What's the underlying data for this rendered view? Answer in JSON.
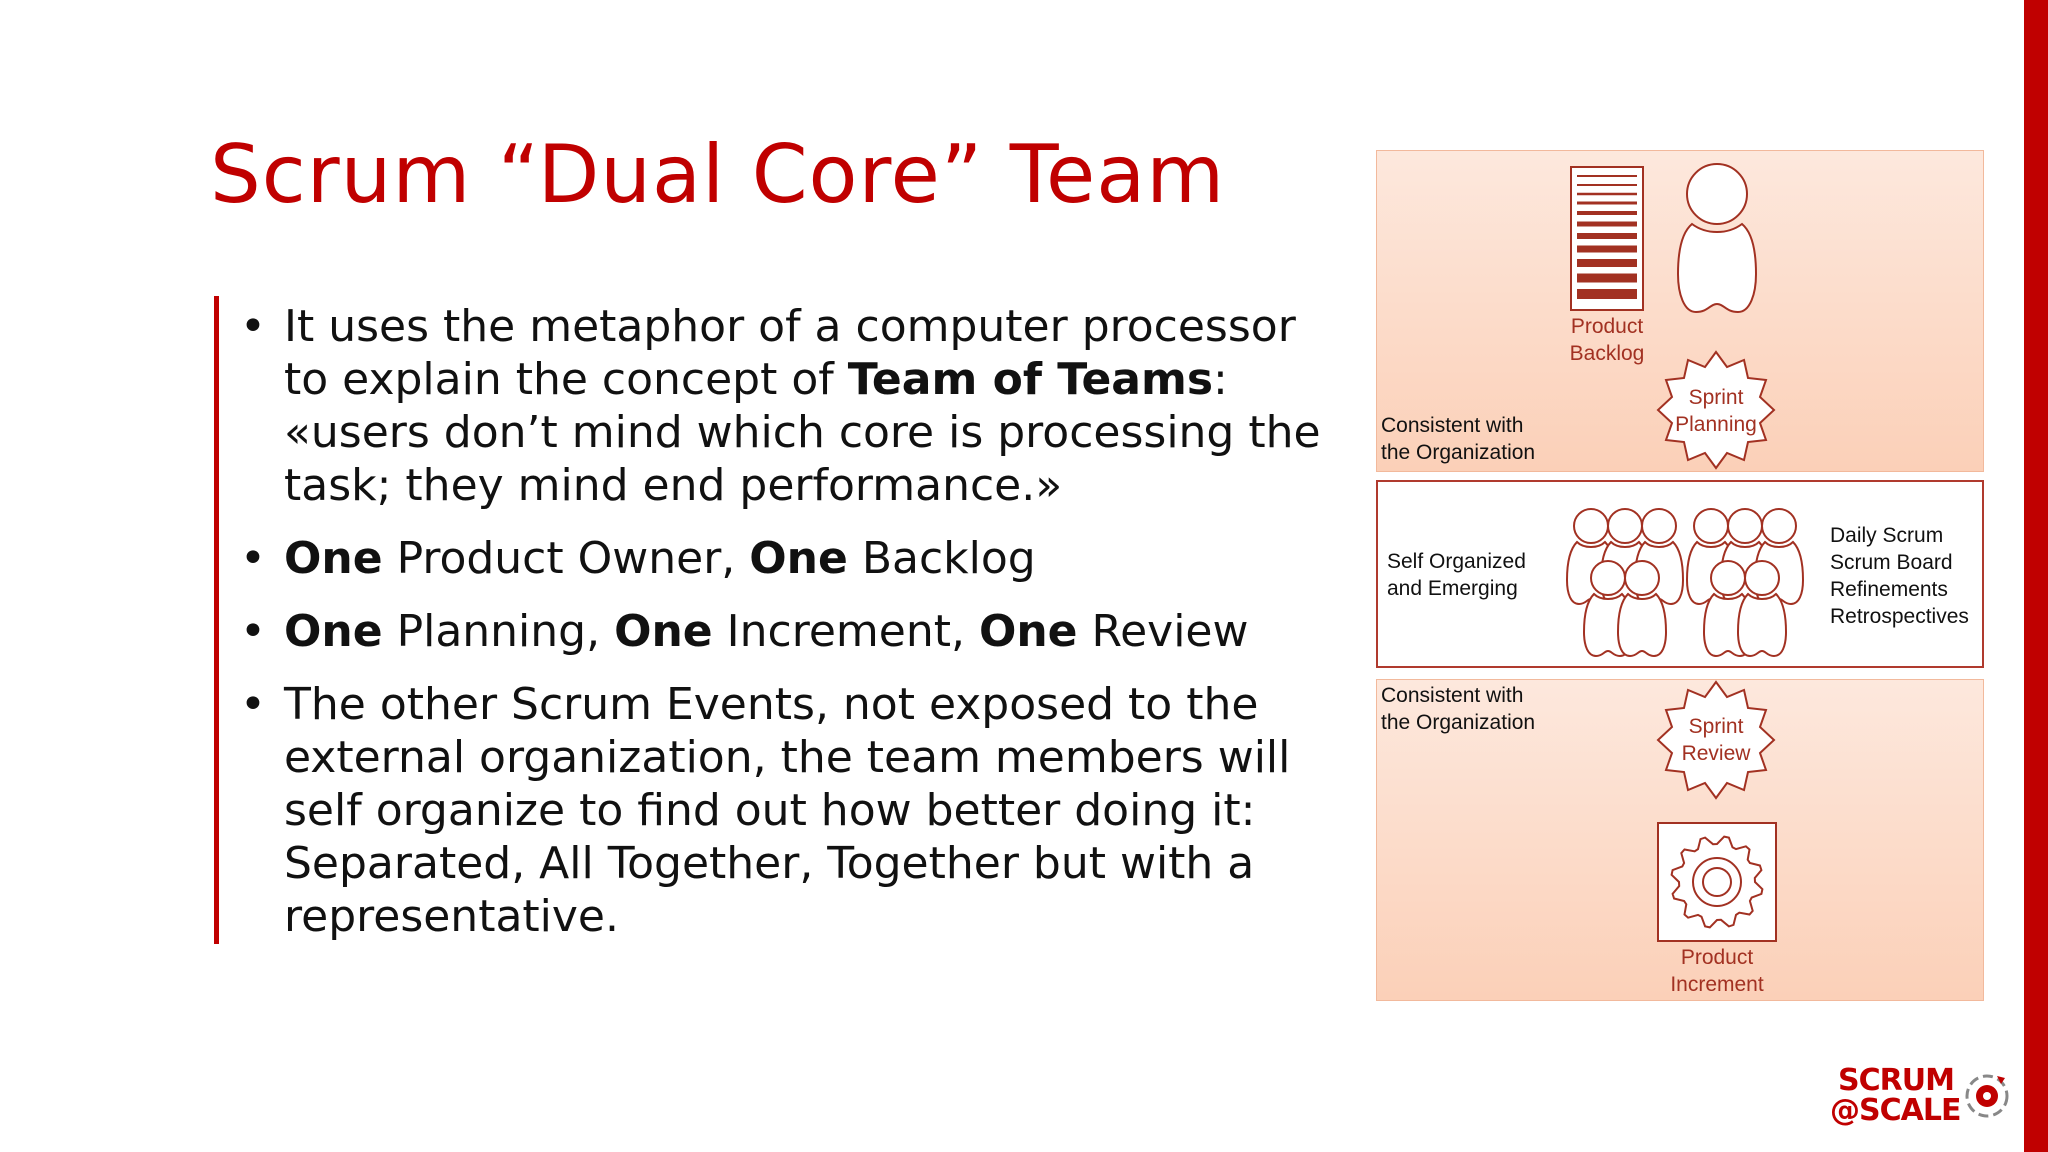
{
  "slide": {
    "title": "Scrum “Dual Core” Team",
    "bullets": [
      {
        "parts": [
          {
            "text": "It uses the metaphor of a computer processor to explain the concept of ",
            "bold": false
          },
          {
            "text": "Team of Teams",
            "bold": true
          },
          {
            "text": ": «users don’t mind which core is processing the task; they mind end performance.»",
            "bold": false
          }
        ]
      },
      {
        "parts": [
          {
            "text": "One",
            "bold": true
          },
          {
            "text": " Product Owner, ",
            "bold": false
          },
          {
            "text": "One",
            "bold": true
          },
          {
            "text": " Backlog",
            "bold": false
          }
        ]
      },
      {
        "parts": [
          {
            "text": "One",
            "bold": true
          },
          {
            "text": " Planning, ",
            "bold": false
          },
          {
            "text": "One",
            "bold": true
          },
          {
            "text": " Increment, ",
            "bold": false
          },
          {
            "text": "One",
            "bold": true
          },
          {
            "text": " Review",
            "bold": false
          }
        ]
      },
      {
        "parts": [
          {
            "text": "The other Scrum Events, not exposed to the external organization, the team members will self organize to find out how better doing it: Separated, All Together, Together but with a representative.",
            "bold": false
          }
        ]
      }
    ]
  },
  "diagram": {
    "top": {
      "backlog_line1": "Product",
      "backlog_line2": "Backlog",
      "planning_line1": "Sprint",
      "planning_line2": "Planning",
      "consistent_line1": "Consistent with",
      "consistent_line2": "the Organization"
    },
    "middle": {
      "left_line1": "Self Organized",
      "left_line2": "and Emerging",
      "events": [
        "Daily Scrum",
        "Scrum Board",
        "Refinements",
        "Retrospectives"
      ]
    },
    "bottom": {
      "consistent_line1": "Consistent with",
      "consistent_line2": "the Organization",
      "review_line1": "Sprint",
      "review_line2": "Review",
      "increment_line1": "Product",
      "increment_line2": "Increment"
    }
  },
  "logo": {
    "line1": "SCRUM",
    "line2": "@SCALE"
  },
  "colors": {
    "brand_red": "#c00000",
    "diagram_red": "#a23122",
    "band_fill": "#fbd9c6"
  },
  "icons": [
    "product-backlog-icon",
    "product-owner-icon",
    "sprint-planning-badge-icon",
    "scrum-team-icon",
    "sprint-review-badge-icon",
    "product-increment-gear-icon",
    "scrum-at-scale-logo-icon"
  ]
}
